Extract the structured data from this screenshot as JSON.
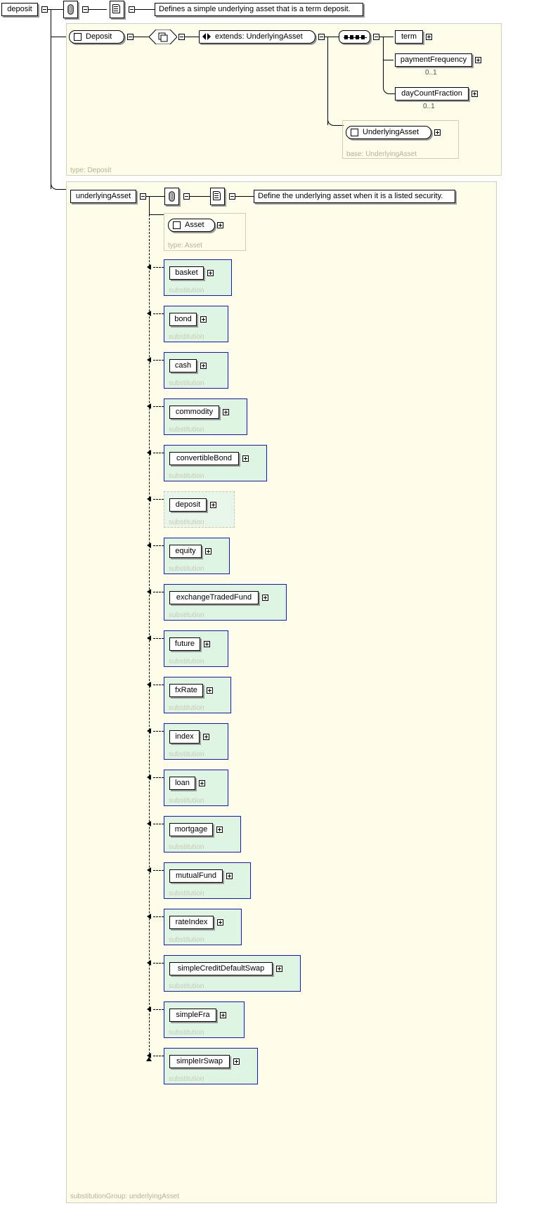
{
  "diagram": {
    "root": {
      "name": "deposit",
      "annotation_icon": "annotation-paperclip-icon",
      "documentation_icon": "documentation-scroll-icon",
      "documentation": "Defines a simple underlying asset that is a term deposit."
    },
    "deposit_panel": {
      "type_note": "type: Deposit",
      "type_box": "Deposit",
      "extends": "extends: UnderlyingAsset",
      "sequence_icon": "sequence-compositor-icon",
      "children": [
        {
          "name": "term",
          "multiplicity": ""
        },
        {
          "name": "paymentFrequency",
          "multiplicity": "0..1"
        },
        {
          "name": "dayCountFraction",
          "multiplicity": "0..1"
        }
      ],
      "base_group": {
        "type_box": "UnderlyingAsset",
        "note": "base: UnderlyingAsset"
      }
    },
    "substitution_panel": {
      "head": {
        "name": "underlyingAsset",
        "annotation_icon": "annotation-paperclip-icon",
        "documentation_icon": "documentation-scroll-icon",
        "documentation": "Define the underlying asset when it is a listed security."
      },
      "asset_group": {
        "type_box": "Asset",
        "note": "type: Asset"
      },
      "group_note": "substitutionGroup: underlyingAsset",
      "member_label": "substitution",
      "members": [
        {
          "name": "basket",
          "current": false
        },
        {
          "name": "bond",
          "current": false
        },
        {
          "name": "cash",
          "current": false
        },
        {
          "name": "commodity",
          "current": false
        },
        {
          "name": "convertibleBond",
          "current": false
        },
        {
          "name": "deposit",
          "current": true
        },
        {
          "name": "equity",
          "current": false
        },
        {
          "name": "exchangeTradedFund",
          "current": false
        },
        {
          "name": "future",
          "current": false
        },
        {
          "name": "fxRate",
          "current": false
        },
        {
          "name": "index",
          "current": false
        },
        {
          "name": "loan",
          "current": false
        },
        {
          "name": "mortgage",
          "current": false
        },
        {
          "name": "mutualFund",
          "current": false
        },
        {
          "name": "rateIndex",
          "current": false
        },
        {
          "name": "simpleCreditDefaultSwap",
          "current": false
        },
        {
          "name": "simpleFra",
          "current": false
        },
        {
          "name": "simpleIrSwap",
          "current": false
        }
      ]
    },
    "colors": {
      "panel_bg": "#fdfdea",
      "panel_border": "#cfcfc0",
      "subst_bg": "#dff5e3",
      "subst_border": "#1414e0",
      "note_text": "#b3b39b",
      "line": "#000000"
    }
  }
}
